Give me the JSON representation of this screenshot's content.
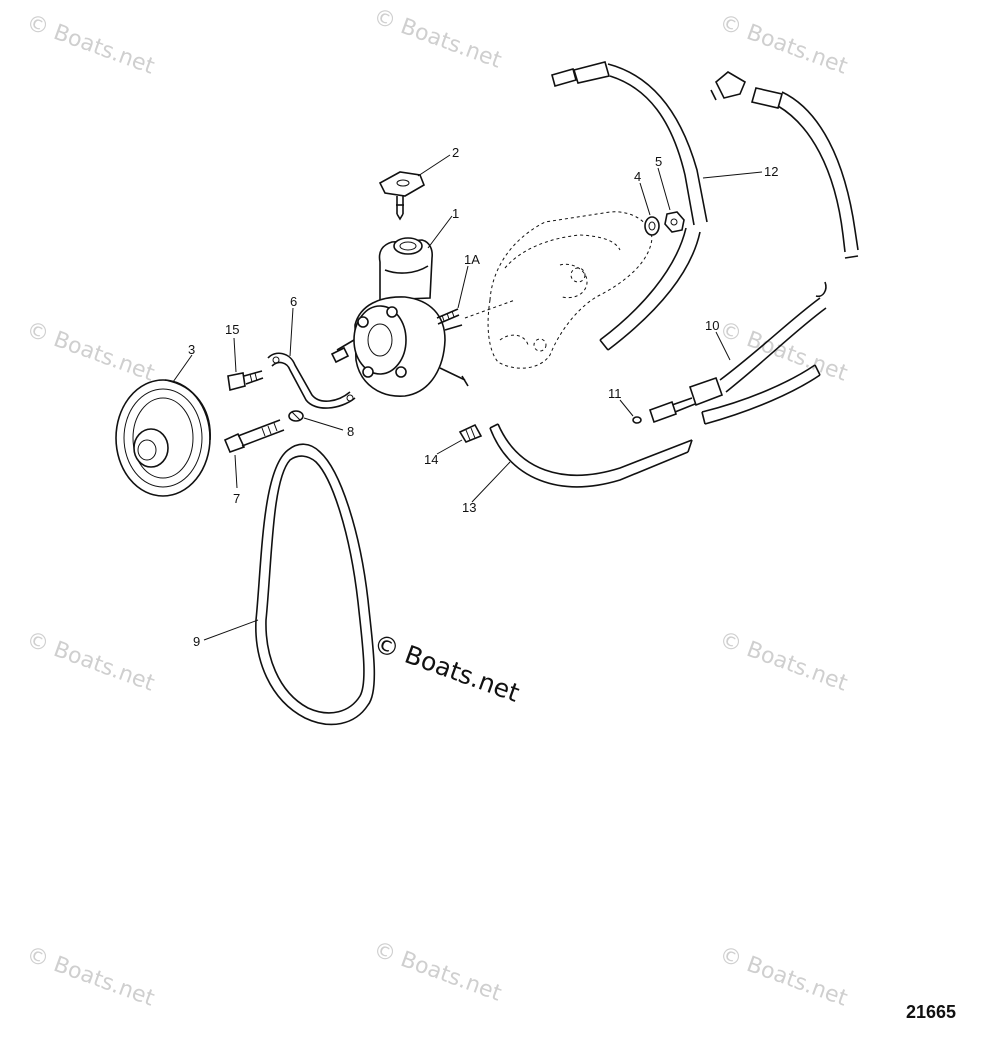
{
  "watermark": "© Boats.net",
  "center_watermark": "© Boats.net",
  "figure_number": "21665",
  "callouts": [
    {
      "id": "c1",
      "label": "1"
    },
    {
      "id": "c1a",
      "label": "1A"
    },
    {
      "id": "c2",
      "label": "2"
    },
    {
      "id": "c3",
      "label": "3"
    },
    {
      "id": "c4",
      "label": "4"
    },
    {
      "id": "c5",
      "label": "5"
    },
    {
      "id": "c6",
      "label": "6"
    },
    {
      "id": "c7",
      "label": "7"
    },
    {
      "id": "c8",
      "label": "8"
    },
    {
      "id": "c9",
      "label": "9"
    },
    {
      "id": "c10",
      "label": "10"
    },
    {
      "id": "c11",
      "label": "11"
    },
    {
      "id": "c12",
      "label": "12"
    },
    {
      "id": "c13",
      "label": "13"
    },
    {
      "id": "c14",
      "label": "14"
    },
    {
      "id": "c15",
      "label": "15"
    }
  ]
}
